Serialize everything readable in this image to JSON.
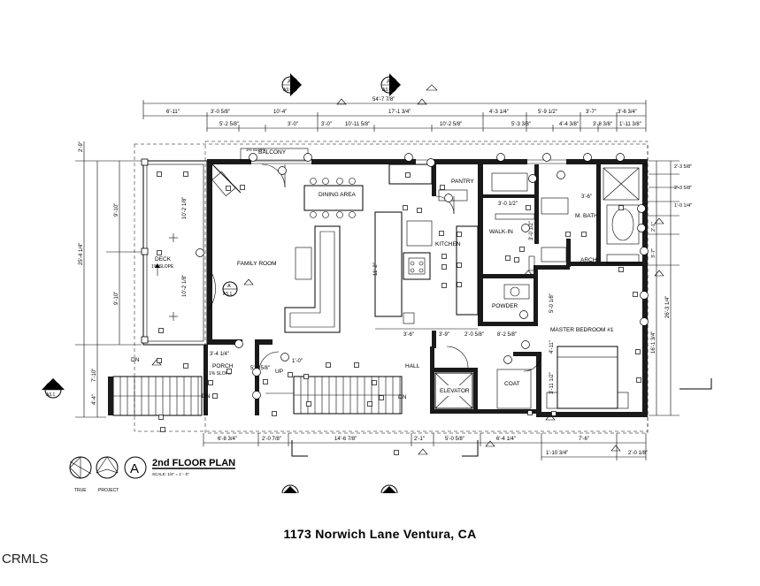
{
  "title": "2nd FLOOR PLAN",
  "scale": "SCALE: 1/4\" = 1' - 0\"",
  "address": "1173 Norwich Lane   Ventura, CA",
  "watermark": "CRMLS",
  "north_labels": {
    "true": "TRUE",
    "project": "PROJECT"
  },
  "title_badge": "A",
  "section_markers": [
    {
      "letter": "A",
      "sheet": "A3.0"
    },
    {
      "letter": "A",
      "sheet": "A3.0"
    },
    {
      "letter": "A",
      "sheet": "A3.1"
    },
    {
      "letter": "A",
      "sheet": "A5.1"
    }
  ],
  "rooms": {
    "balcony": "BALCONY",
    "dining": "DINING AREA",
    "family": "FAMILY ROOM",
    "deck": "DECK",
    "deck_slope": "1% SLOPE",
    "balcony_slope": "1% SLOPE",
    "porch": "PORCH",
    "porch_slope": "1% SLOPE",
    "pantry": "PANTRY",
    "kitchen": "KITCHEN",
    "walkin": "WALK-IN",
    "mbath": "M. BATH",
    "arch": "ARCH",
    "powder": "POWDER",
    "master": "MASTER BEDROOM #1",
    "elevator": "ELEVATOR",
    "coat": "COAT",
    "hall": "HALL",
    "up": "UP",
    "dn": "DN",
    "dn2": "DN",
    "dn3": "DN"
  },
  "dims_top": {
    "overall": "54'-7 7/8\"",
    "d1": "6'-11\"",
    "d2": "10'-4\"",
    "d3": "17'-1 3/4\"",
    "d4": "4'-3 1/4\"",
    "d5": "5'-9 1/2\"",
    "d6": "3'-7\"",
    "d7": "3'-6 3/4\"",
    "e1": "3'-0 5/8\"",
    "e2": "3'-0\"",
    "e3": "5'-2 5/8\"",
    "e4": "3'-0\"",
    "e5": "10'-11 5/8\"",
    "e6": "10'-2 5/8\"",
    "e7": "5'-3 3/8\"",
    "e8": "4'-4 3/8\"",
    "e9": "3'-8 3/8\"",
    "e10": "1'-11 3/8\""
  },
  "dims_bottom": {
    "b1": "6'-8 3/4\"",
    "b2": "2'-0 7/8\"",
    "b3": "14'-6 7/8\"",
    "b4": "2'-1\"",
    "b5": "5'-0 5/8\"",
    "b6": "6'-4 1/4\"",
    "b7": "7'-6\"",
    "b8": "1'-10 3/4\"",
    "b9": "2'-0 1/8\""
  },
  "dims_interior": {
    "i1": "3'-6\"",
    "i2": "3'-9\"",
    "i3": "2'-0 5/8\"",
    "i4": "8'-2 5/8\"",
    "i5": "10'-2 1/8\"",
    "i6": "10'-2 1/8\"",
    "i7": "11'-2\"",
    "i8": "3'-0 1/2\"",
    "i9": "3'-6\"",
    "i10": "5'-0 1/8\"",
    "i11": "4'-11\"",
    "i12": "3'-4 1/4\"",
    "i13": "1'-0\"",
    "i14": "5'-6 5/8\"",
    "i15": "3'-0 1/2\"",
    "i16": "3'-11 1/2\""
  },
  "dims_left": {
    "overall": "25'-4 1/4\"",
    "l1": "9'-10\"",
    "l2": "9'-10\"",
    "l3": "7'-10\"",
    "l4": "4'-4\"",
    "l5": "2'-9\""
  },
  "dims_right": {
    "overall": "26'-3 1/4\"",
    "r1": "2'-3 5/8\"",
    "r2": "2'-3 5/8\"",
    "r3": "1'-0 1/4\"",
    "r4": "2'-1\"",
    "r5": "3'-7\"",
    "r6": "16'-1 3/4\""
  }
}
